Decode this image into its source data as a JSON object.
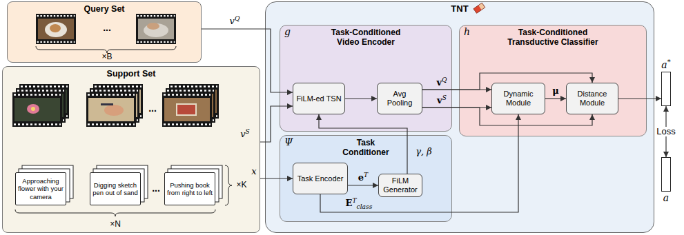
{
  "diagram": {
    "nodes": [
      {
        "text": [
          "Query Set"
        ]
      },
      {
        "text": [
          "Support Set"
        ]
      },
      {
        "text": [
          "Approaching flower with your camera"
        ],
        "in": 1
      },
      {
        "text": [
          "Digging sketch pen out of sand"
        ],
        "in": 1
      },
      {
        "text": [
          "Pushing book from right to left"
        ],
        "in": 1
      },
      {
        "text": [
          "TNT"
        ]
      },
      {
        "text": [
          "g",
          "Task-Conditioned Video Encoder"
        ],
        "in": 5
      },
      {
        "text": [
          "FiLM-ed TSN"
        ],
        "in": 6
      },
      {
        "text": [
          "Avg Pooling"
        ],
        "in": 6
      },
      {
        "text": [
          "h",
          "Task-Conditioned Transductive Classifier"
        ],
        "in": 5
      },
      {
        "text": [
          "Dynamic Module"
        ],
        "in": 9
      },
      {
        "text": [
          "Distance Module"
        ],
        "in": 9
      },
      {
        "text": [
          "Ψ",
          "Task Conditioner"
        ],
        "in": 5
      },
      {
        "text": [
          "Task Encoder"
        ],
        "in": 12
      },
      {
        "text": [
          "FiLM Generator"
        ],
        "in": 12
      },
      {
        "text": [
          "a*"
        ]
      },
      {
        "text": [
          "a"
        ]
      }
    ],
    "edges": [
      {
        "from": 0,
        "to": 7,
        "label": "vQ",
        "arrow": "to"
      },
      {
        "from": 1,
        "to": 7,
        "label": "vS",
        "arrow": "to"
      },
      {
        "from": 1,
        "to": 13,
        "label": "x",
        "arrow": "to"
      },
      {
        "from": 7,
        "to": 8,
        "arrow": "to"
      },
      {
        "from": 8,
        "to": 10,
        "label": "vQ",
        "arrow": "to"
      },
      {
        "from": 8,
        "to": 11,
        "arrow": "to"
      },
      {
        "from": 8,
        "to": 10,
        "label": "vS",
        "arrow": "to"
      },
      {
        "from": 8,
        "to": 11,
        "arrow": "to"
      },
      {
        "from": 10,
        "to": 11,
        "label": "μ",
        "arrow": "to"
      },
      {
        "from": 11,
        "to": 15,
        "arrow": "to"
      },
      {
        "from": 13,
        "to": 14,
        "label": "eT",
        "arrow": "to"
      },
      {
        "from": 14,
        "to": 7,
        "label": "γ, β",
        "arrow": "to"
      },
      {
        "from": 13,
        "to": 10,
        "label": "ETclass",
        "arrow": "to"
      },
      {
        "from": 15,
        "to": 16,
        "label": "Loss",
        "arrow": "both"
      }
    ],
    "labels": [
      "...",
      "...",
      "...",
      "×B",
      "×K",
      "×N"
    ]
  }
}
